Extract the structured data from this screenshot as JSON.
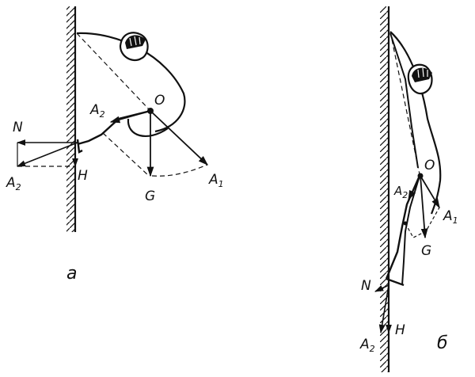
{
  "labels": {
    "fig_a": {
      "N": "N",
      "A": "A",
      "sub2": "2",
      "sub1": "1",
      "H": "H",
      "O": "O",
      "G": "G"
    },
    "fig_b": {
      "N": "N",
      "A": "A",
      "sub2": "2",
      "sub1": "1",
      "H": "H",
      "O": "O",
      "G": "G"
    },
    "captions": {
      "a": "а",
      "b": "б"
    }
  },
  "colors": {
    "ink": "#111111",
    "background": "#ffffff"
  }
}
